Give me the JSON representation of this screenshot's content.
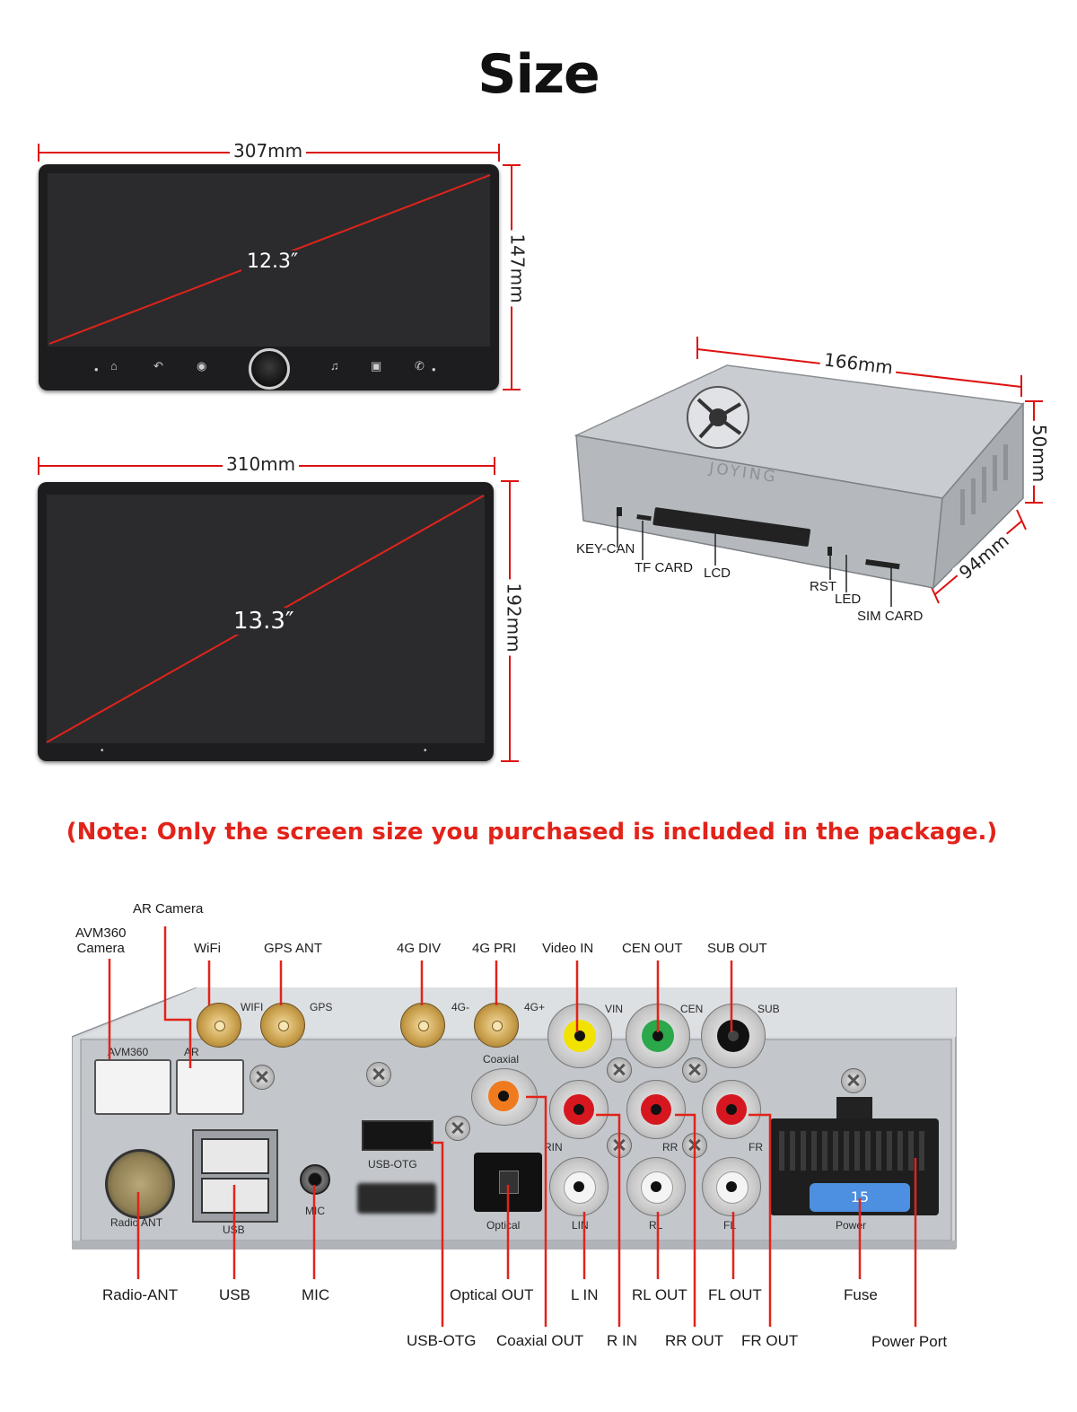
{
  "title": "Size",
  "screen_12": {
    "width_label": "307mm",
    "height_label": "147mm",
    "diagonal_label": "12.3″"
  },
  "screen_13": {
    "width_label": "310mm",
    "height_label": "192mm",
    "diagonal_label": "13.3″"
  },
  "host_box": {
    "width_label": "166mm",
    "height_label": "50mm",
    "depth_label": "94mm",
    "brand": "JOYING",
    "callouts": {
      "key_can": "KEY-CAN",
      "tf_card": "TF CARD",
      "lcd": "LCD",
      "rst": "RST",
      "led": "LED",
      "sim_card": "SIM CARD"
    }
  },
  "note": "(Note: Only the screen size you purchased is included in the package.)",
  "back_panel": {
    "panel_text": {
      "avm360": "AVM360",
      "ar": "AR",
      "wifi": "WIFI",
      "gps": "GPS",
      "g4_minus": "4G-",
      "g4_plus": "4G+",
      "vin": "VIN",
      "cen": "CEN",
      "sub": "SUB",
      "coaxial": "Coaxial",
      "usb_otg": "USB-OTG",
      "rin": "RIN",
      "rr": "RR",
      "fr": "FR",
      "radio_ant": "Radio ANT",
      "usb": "USB",
      "mic": "MIC",
      "optical": "Optical",
      "lin": "LIN",
      "rl": "RL",
      "fl": "FL",
      "power": "Power",
      "fuse_value": "15"
    },
    "top_labels": {
      "ar_camera": "AR Camera",
      "avm360_camera": "AVM360\nCamera",
      "wifi": "WiFi",
      "gps_ant": "GPS ANT",
      "g4_div": "4G DIV",
      "g4_pri": "4G PRI",
      "video_in": "Video IN",
      "cen_out": "CEN OUT",
      "sub_out": "SUB OUT"
    },
    "bottom_labels": {
      "radio_ant": "Radio-ANT",
      "usb": "USB",
      "mic": "MIC",
      "optical_out": "Optical OUT",
      "l_in": "L IN",
      "rl_out": "RL OUT",
      "fl_out": "FL OUT",
      "fuse": "Fuse",
      "usb_otg": "USB-OTG",
      "coaxial_out": "Coaxial OUT",
      "r_in": "R IN",
      "rr_out": "RR OUT",
      "fr_out": "FR OUT",
      "power_port": "Power Port"
    },
    "colors": {
      "leader": "#e2231a",
      "video": "#f2e200",
      "center": "#2aa84a",
      "sub": "#111111",
      "right": "#d6171f",
      "left": "#f4f4f4",
      "coax": "#f07a1e",
      "fuse": "#4d8fe0"
    }
  }
}
